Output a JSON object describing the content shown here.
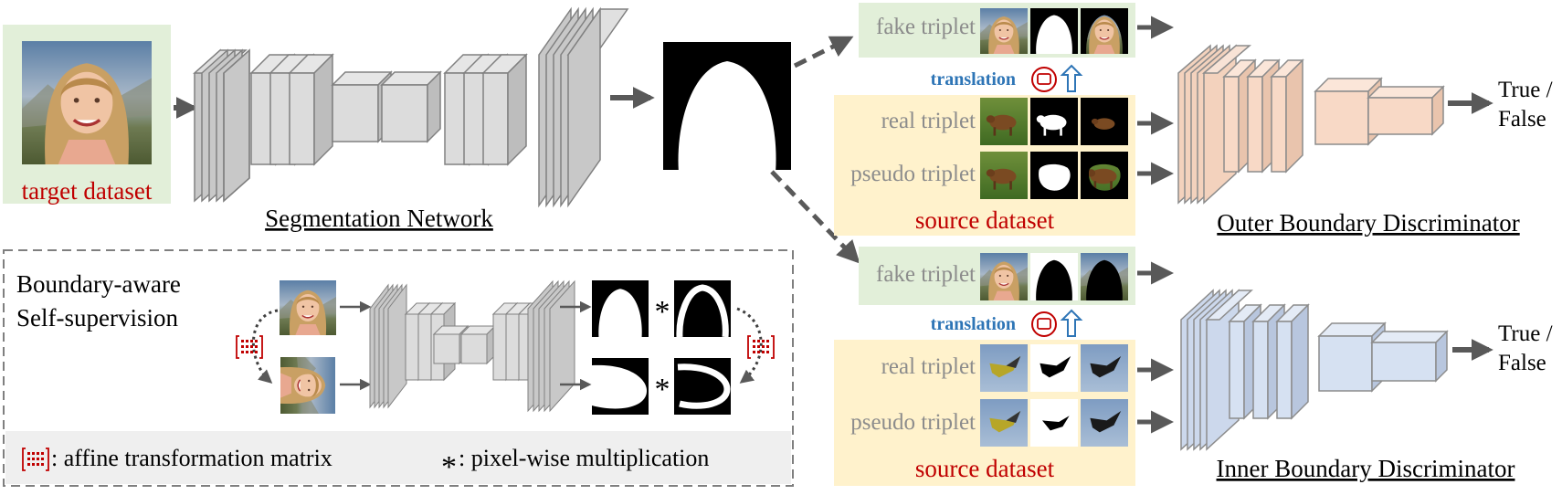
{
  "labels": {
    "target_dataset": "target dataset",
    "segmentation_network": "Segmentation Network",
    "fake_triplet": "fake triplet",
    "real_triplet": "real triplet",
    "pseudo_triplet": "pseudo triplet",
    "translation": "translation",
    "source_dataset": "source dataset",
    "true_false_line1": "True /",
    "true_false_line2": "False",
    "outer_discriminator": "Outer Boundary Discriminator",
    "inner_discriminator": "Inner Boundary Discriminator",
    "boundary_line1": "Boundary-aware",
    "boundary_line2": "Self-supervision",
    "multiply_symbol": "*",
    "legend_affine": ": affine transformation matrix",
    "legend_asterisk": "*",
    "legend_pixelwise": ": pixel-wise multiplication"
  },
  "colors": {
    "target_red": "#c00000",
    "translation_blue": "#2e75b6",
    "green_panel": "#e2efd9",
    "yellow_panel": "#fff2cc",
    "outer_disc": "#f8d9c6",
    "inner_disc": "#d6e1f2",
    "network_gray": "#bfbfbf",
    "arrow_gray": "#595959"
  },
  "icons": [
    "face-photo-icon",
    "mask-icon",
    "cow-photo-icon",
    "bird-photo-icon",
    "affine-matrix-icon",
    "refresh-icon",
    "up-arrow-icon"
  ]
}
